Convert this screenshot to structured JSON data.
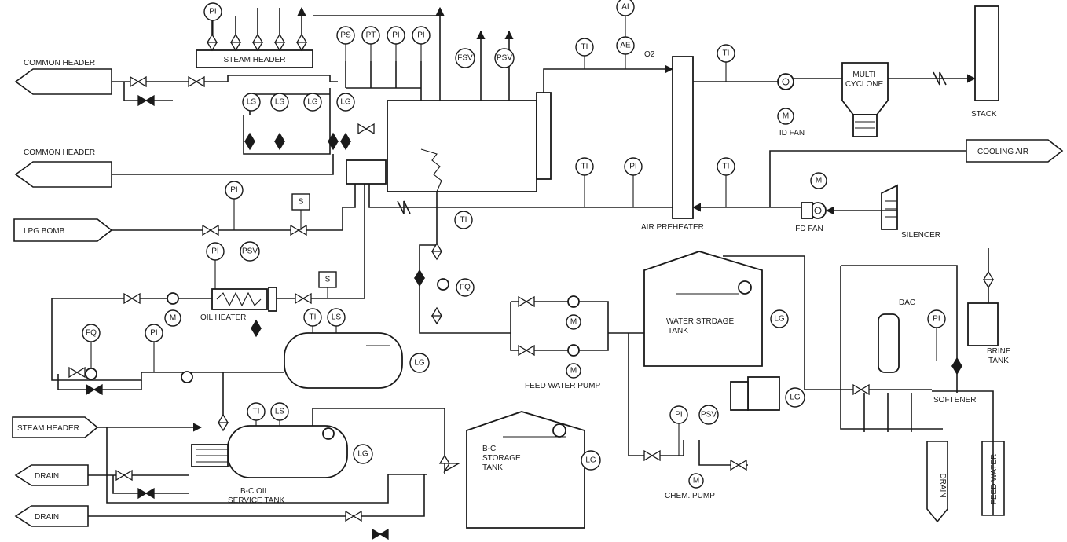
{
  "external_lines": {
    "common_header_top": "COMMON HEADER",
    "common_header_mid": "COMMON HEADER",
    "lpg_bomb": "LPG BOMB",
    "steam_header_in": "STEAM HEADER",
    "drain_1": "DRAIN",
    "drain_2": "DRAIN",
    "cooling_air": "COOLING AIR",
    "drain_right": "DRAIN",
    "feed_water": "FEED WATER"
  },
  "equipment": {
    "steam_header": "STEAM HEADER",
    "air_preheater": "AIR PREHEATER",
    "multi_cyclone_1": "MULTI",
    "multi_cyclone_2": "CYCLONE",
    "stack": "STACK",
    "id_fan": "ID FAN",
    "fd_fan": "FD FAN",
    "silencer": "SILENCER",
    "oil_heater": "OIL HEATER",
    "water_storage_tank_1": "WATER STRDAGE",
    "water_storage_tank_2": "TANK",
    "feed_water_pump": "FEED WATER PUMP",
    "softener": "SOFTENER",
    "brine_tank_1": "BRINE",
    "brine_tank_2": "TANK",
    "bc_oil_service_tank_1": "B-C OIL",
    "bc_oil_service_tank_2": "SERVICE TANK",
    "bc_storage_tank_1": "B-C",
    "bc_storage_tank_2": "STORAGE",
    "bc_storage_tank_3": "TANK",
    "chem_pump": "CHEM. PUMP",
    "o2_label": "O2",
    "dac_label": "DAC"
  },
  "instruments": {
    "steam_pi_top": "PI",
    "boiler_ps": "PS",
    "boiler_pt": "PT",
    "boiler_pi_1": "PI",
    "boiler_pi_2": "PI",
    "boiler_fsv": "FSV",
    "boiler_psv": "PSV",
    "flue_ti": "TI",
    "ai_top": "AI",
    "ae": "AE",
    "ti_after_aph": "TI",
    "ls_1": "LS",
    "ls_2": "LS",
    "lg_1": "LG",
    "lg_2": "LG",
    "ti_air_1": "TI",
    "pi_air": "PI",
    "ti_air_2": "TI",
    "fd_motor": "M",
    "id_motor": "M",
    "ti_fw": "TI",
    "lpg_pi": "PI",
    "lpg_s": "S",
    "oil_pi": "PI",
    "oil_psv": "PSV",
    "oil_s": "S",
    "oil_pump_m": "M",
    "fq_oil": "FQ",
    "pi_oil_line": "PI",
    "oil_tank_ti": "TI",
    "oil_tank_ls": "LS",
    "oil_tank_lg": "LG",
    "fq_fw": "FQ",
    "fw_pump_m1": "M",
    "fw_pump_m2": "M",
    "wst_lg": "LG",
    "soft_pi": "PI",
    "bc_ti": "TI",
    "bc_ls": "LS",
    "bc_lg": "LG",
    "bcs_lg": "LG",
    "chem_pi": "PI",
    "chem_psv": "PSV",
    "chem_m": "M",
    "chem_lg": "LG"
  }
}
